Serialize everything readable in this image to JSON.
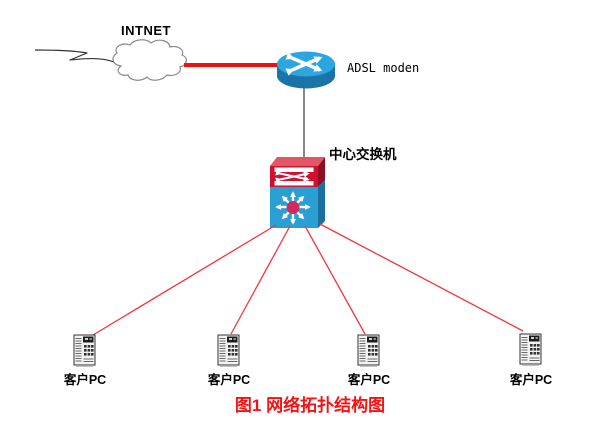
{
  "figure": {
    "caption": "图1 网络拓扑结构图",
    "cloud_label": "INTNET",
    "modem_label": "ADSL moden",
    "switch_label": "中心交换机",
    "pc_labels": [
      "客户PC",
      "客户PC",
      "客户PC",
      "客户PC"
    ],
    "topology": {
      "nodes": [
        {
          "id": "internet",
          "label": "INTNET",
          "icon": "cloud-icon"
        },
        {
          "id": "adsl-modem",
          "label": "ADSL moden",
          "icon": "router-icon"
        },
        {
          "id": "core-switch",
          "label": "中心交换机",
          "icon": "switch-icon"
        },
        {
          "id": "pc1",
          "label": "客户PC",
          "icon": "pc-tower-icon"
        },
        {
          "id": "pc2",
          "label": "客户PC",
          "icon": "pc-tower-icon"
        },
        {
          "id": "pc3",
          "label": "客户PC",
          "icon": "pc-tower-icon"
        },
        {
          "id": "pc4",
          "label": "客户PC",
          "icon": "pc-tower-icon"
        }
      ],
      "links": [
        {
          "from": "internet",
          "to": "adsl-modem",
          "style": "thick-red"
        },
        {
          "from": "adsl-modem",
          "to": "core-switch",
          "style": "thin-black"
        },
        {
          "from": "core-switch",
          "to": "pc1",
          "style": "thin-red"
        },
        {
          "from": "core-switch",
          "to": "pc2",
          "style": "thin-red"
        },
        {
          "from": "core-switch",
          "to": "pc3",
          "style": "thin-red"
        },
        {
          "from": "core-switch",
          "to": "pc4",
          "style": "thin-red"
        }
      ]
    },
    "colors": {
      "thick_link_red": "#ee1111",
      "thin_link_red": "#f0383d",
      "router_top_blue": "#2ba6df",
      "router_side_blue": "#1b74a8",
      "switch_red_front": "#cf1030",
      "switch_red_top": "#e25766",
      "switch_red_side": "#8f0f22",
      "switch_blue_front": "#2a9fd4",
      "switch_blue_side": "#1a6f9e",
      "switch_hub_pink": "#cf2b61",
      "caption_red": "#f01414",
      "text_black": "#000000"
    }
  }
}
